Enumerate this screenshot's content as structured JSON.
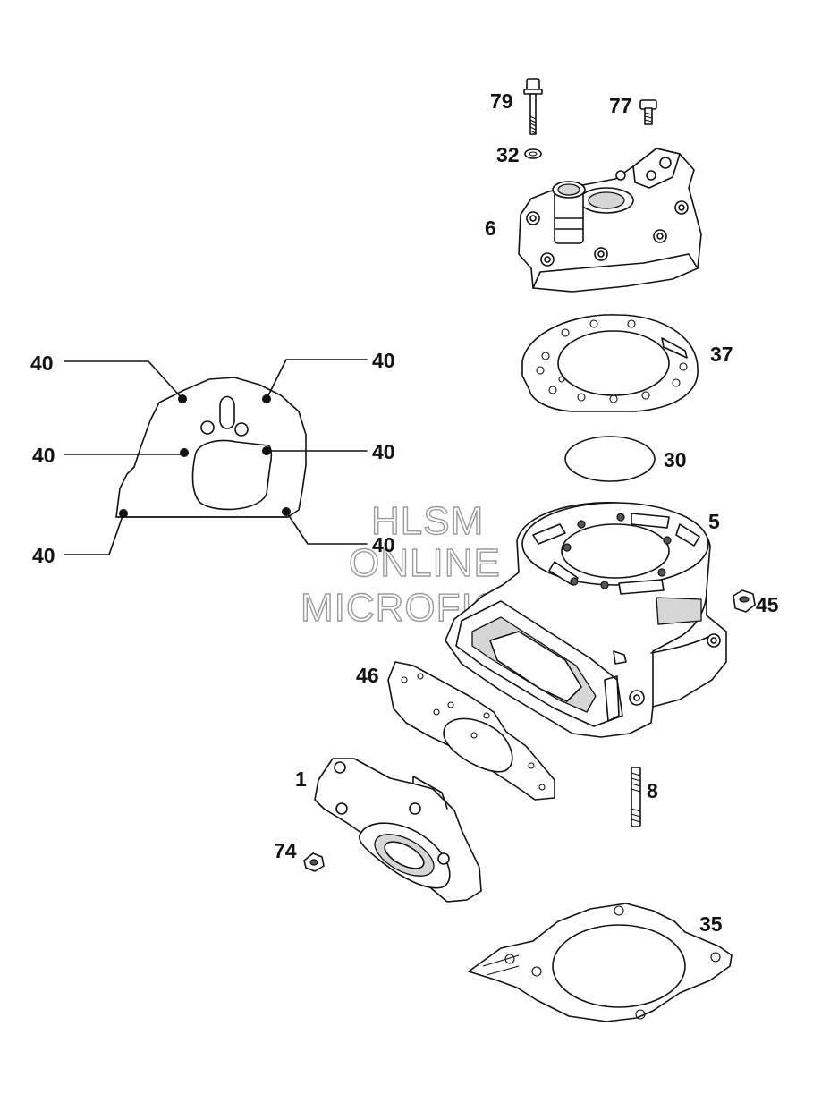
{
  "watermark": {
    "line1": "HLSM",
    "line2": "ONLINE",
    "line3": "MICROFICHE"
  },
  "labels": {
    "p79": "79",
    "p77": "77",
    "p32": "32",
    "p6": "6",
    "p37": "37",
    "p30": "30",
    "p5": "5",
    "p45": "45",
    "p46": "46",
    "p1": "1",
    "p8": "8",
    "p74": "74",
    "p35": "35",
    "p40a": "40",
    "p40b": "40",
    "p40c": "40",
    "p40d": "40",
    "p40e": "40",
    "p40f": "40"
  }
}
